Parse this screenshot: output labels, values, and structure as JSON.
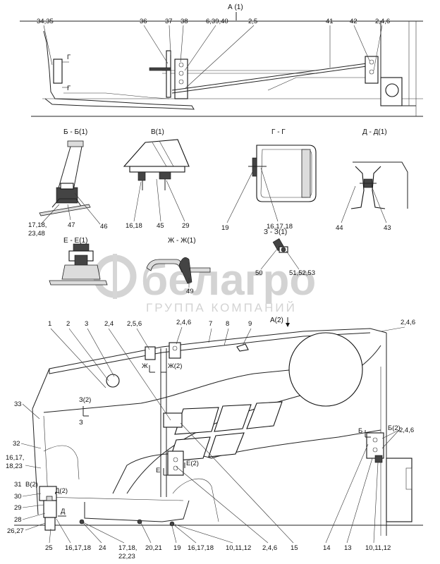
{
  "views": {
    "a1": "А (1)",
    "bb1": "Б - Б(1)",
    "v1": "В(1)",
    "gg": "Г - Г",
    "dd1": "Д - Д(1)",
    "ee1": "Е - Е(1)",
    "zhzh1": "Ж - Ж(1)",
    "zz1": "З - З(1)",
    "a2": "А(2)"
  },
  "section_marks": {
    "g_upper": "Г",
    "g_lower": "Г",
    "z2": "З(2)",
    "z": "З",
    "zh": "Ж",
    "zh2": "Ж(2)",
    "e": "Е",
    "e2": "Е(2)",
    "b": "Б",
    "b2": "Б(2)",
    "v2": "В(2)",
    "d2": "Д(2)",
    "d": "Д"
  },
  "callouts": {
    "top": {
      "c1": "34,35",
      "c2": "36",
      "c3": "37",
      "c4": "38",
      "c5": "6,39,40",
      "c6": "2,5",
      "c7": "41",
      "c8": "42",
      "c9": "2,4,6"
    },
    "mid": {
      "c1": "17,18,",
      "c2": "23,48",
      "c3": "47",
      "c4": "46",
      "c5": "16,18",
      "c6": "45",
      "c7": "29",
      "c8": "19",
      "c9": "16,17,18",
      "c10": "44",
      "c11": "43",
      "c12": "49",
      "c13": "50",
      "c14": "51,52,53"
    },
    "main": {
      "c1": "1",
      "c2": "2",
      "c3": "3",
      "c4": "2,4",
      "c5": "2,5,6",
      "c6": "2,4,6",
      "c7": "7",
      "c8": "8",
      "c9": "9",
      "c10": "2,4,6",
      "c11": "33",
      "c12": "32",
      "c13": "16,17,",
      "c14": "18,23",
      "c15": "31",
      "c16": "30",
      "c17": "29",
      "c18": "28",
      "c19": "26,27",
      "c20": "2,4,6"
    },
    "bottom": {
      "c1": "25",
      "c2": "16,17,18",
      "c3": "24",
      "c4": "17,18,",
      "c5": "22,23",
      "c6": "20,21",
      "c7": "19",
      "c8": "16,17,18",
      "c9": "10,11,12",
      "c10": "2,4,6",
      "c11": "15",
      "c12": "14",
      "c13": "13",
      "c14": "10,11,12"
    }
  },
  "watermark": {
    "brand": "белагро",
    "tagline": "ГРУППА КОМПАНИЙ"
  }
}
